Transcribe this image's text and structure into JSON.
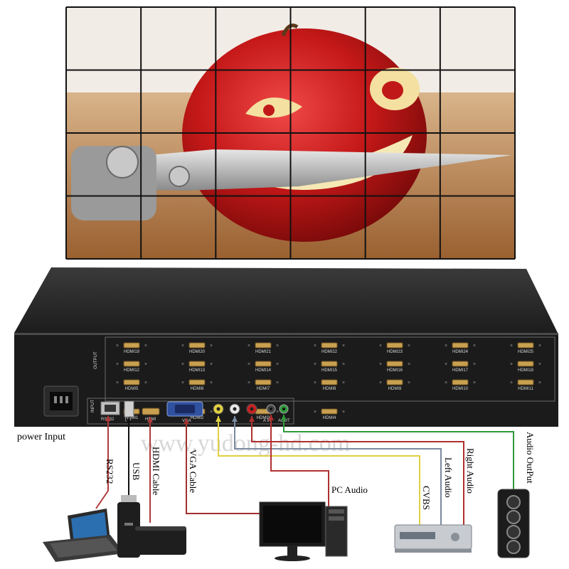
{
  "watermark": "www.yudong-hd.com",
  "device": {
    "output_label": "OUTPUT",
    "input_label": "INPUT",
    "output_rows": [
      [
        "HDMI19",
        "HDMI20",
        "HDMI21",
        "HDMI22",
        "HDMI23",
        "HDMI24",
        "HDMI25"
      ],
      [
        "HDMI12",
        "HDMI13",
        "HDMI14",
        "HDMI15",
        "HDMI16",
        "HDMI17",
        "HDMI18"
      ],
      [
        "HDMI5",
        "HDMI6",
        "HDMI7",
        "HDMI8",
        "HDMI9",
        "HDMI10",
        "HDMI11"
      ],
      [
        "HDMI1",
        "HDMI2",
        "HDMI3",
        "HDMI4"
      ]
    ],
    "input_ports": {
      "rs232": "RS232",
      "usb": "UP",
      "hdmi": "HDMI",
      "vga": "VGA",
      "v": "V",
      "l": "L",
      "r": "R",
      "ain": "A IN",
      "aout": "AOUT"
    }
  },
  "labels": {
    "power": "power Input",
    "rs232": "RS232",
    "usb": "USB",
    "hdmi_cable": "HDMI Cable",
    "vga_cable": "VGA Cable",
    "pc_audio": "PC Audio",
    "cvbs": "CVBS",
    "left_audio": "Left Audio",
    "right_audio": "Right Audio",
    "audio_output": "Audio OutPut"
  },
  "colors": {
    "rs232_line": "#b03a3a",
    "usb_line": "#111111",
    "hdmi_line": "#b03a3a",
    "vga_line": "#a03030",
    "video_line": "#e0d040",
    "left_line": "#7a8aa0",
    "right_line": "#b03030",
    "pcaudio_line": "#b03030",
    "aout_line": "#2f9a3a"
  }
}
